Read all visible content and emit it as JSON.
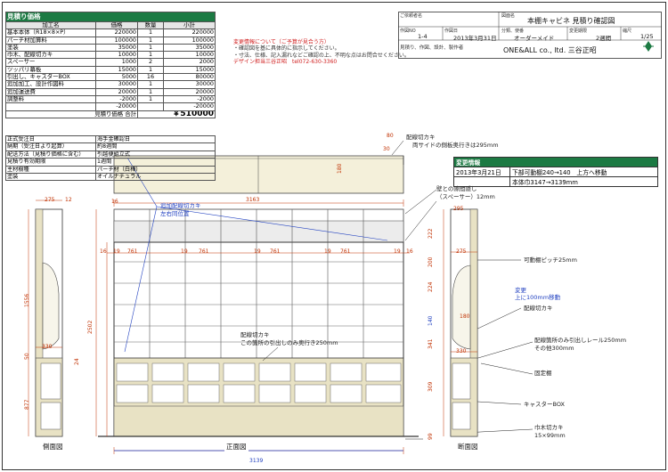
{
  "estimate": {
    "title": "見積り価格",
    "headers": [
      "加工名",
      "価格",
      "数量",
      "小計"
    ],
    "rows": [
      [
        "基本本体（R18×8×P）",
        "220000",
        "1",
        "220000"
      ],
      [
        "パーチ材加算料",
        "100000",
        "1",
        "100000"
      ],
      [
        "塗装",
        "35000",
        "1",
        "35000"
      ],
      [
        "巾木、配線切カキ",
        "10000",
        "1",
        "10000"
      ],
      [
        "スペーサー",
        "1000",
        "2",
        "2000"
      ],
      [
        "ツッパリ幕板",
        "15000",
        "1",
        "15000"
      ],
      [
        "引出し、キャスターBOX",
        "5000",
        "16",
        "80000"
      ],
      [
        "追加加工、設計作図料",
        "30000",
        "1",
        "30000"
      ],
      [
        "追加運送費",
        "20000",
        "1",
        "20000"
      ],
      [
        "調整料",
        "-2000",
        "1",
        "-2000"
      ],
      [
        "",
        "-20000",
        "",
        "-20000"
      ]
    ],
    "total_label": "見積り価格 合計",
    "total_value": "￥510000"
  },
  "spec": [
    [
      "正式受注日",
      "海手金確認日"
    ],
    [
      "納期（受注日より起算）",
      "約8週間"
    ],
    [
      "配送方法（見積り価格に含む）",
      "引越便組立式"
    ],
    [
      "見積り有効期限",
      "1週間"
    ],
    [
      "主材樹種",
      "パーチ材（白樺）"
    ],
    [
      "塗装",
      "オイルナチュラル"
    ]
  ],
  "title_block": {
    "client_label": "ご依頼者名",
    "drawing_name_label": "図面名",
    "drawing_name": "本棚キャビネ 見積り確認図",
    "work_no_label": "作図NO",
    "work_no": "1-4",
    "date_label": "作図日",
    "date": "2013年3月31日",
    "category_label": "分類、使番",
    "category": "オーダーメイド",
    "period_label": "変更期限",
    "period": "2週間",
    "scale_label": "縮尺",
    "scale": "1/25",
    "roles": "見積り、作図、設計、製作者",
    "company": "ONE&ALL co., ltd. 三谷正昭"
  },
  "notice": {
    "head": "変更情報について（ご予算が見合う方）",
    "lines": [
      "・確認図を基に具体的に指示してください。",
      "・寸法、仕様、記入漏れなどご確認の上、不明な点はお問合せください。"
    ],
    "designer": "デザイン担当三谷正昭　tel072-630-3360"
  },
  "change": {
    "header": "変更情報",
    "date": "2013年3月21日",
    "items": [
      "下部可動棚240→140　上方へ移動",
      "本体巾3147→3139mm"
    ]
  },
  "annotations": {
    "cut_top": "配線切カキ",
    "side_depth": "両サイドの側板奥行きは295mm",
    "extra_cut": "追加配線切カキ",
    "extra_cut2": "左右同位置",
    "spacer": "壁との隙間隠し",
    "spacer2": "（スペーサー）12mm",
    "shelf_pitch": "可動棚ピッチ25mm",
    "change_note": "変更",
    "change_note2": "上に100mm移動",
    "cut_right": "配線切カキ",
    "cut_center": "配線切カキ",
    "cut_center2": "この箇所の引出しのみ奥行き250mm",
    "drawer_rail": "配線箇所のみ引出しレール250mm",
    "drawer_rail2": "その他300mm",
    "fixed_shelf": "固定棚",
    "caster_box": "キャスターBOX",
    "baseboard": "巾木切カキ",
    "baseboard2": "15×99mm"
  },
  "views": {
    "side": "側面図",
    "front": "正面図",
    "section": "断面図"
  },
  "dims": {
    "d80": "80",
    "d30": "30",
    "d180": "180",
    "w3163": "3163",
    "d16": "16",
    "w761": "761",
    "w19": "19",
    "w3139": "3139",
    "h1556": "1556",
    "h2502": "2502",
    "h877": "877",
    "h50": "50",
    "h24": "24",
    "s275": "275",
    "s12": "12",
    "s295": "295",
    "s330": "330",
    "r222": "222",
    "r200": "200",
    "r224": "224",
    "r140": "140",
    "r341": "341",
    "r309": "309",
    "r99": "99"
  },
  "colors": {
    "accent": "#1c7a43",
    "dim": "#c03000",
    "note": "#2040c0",
    "wood": "#e8e2c4"
  }
}
